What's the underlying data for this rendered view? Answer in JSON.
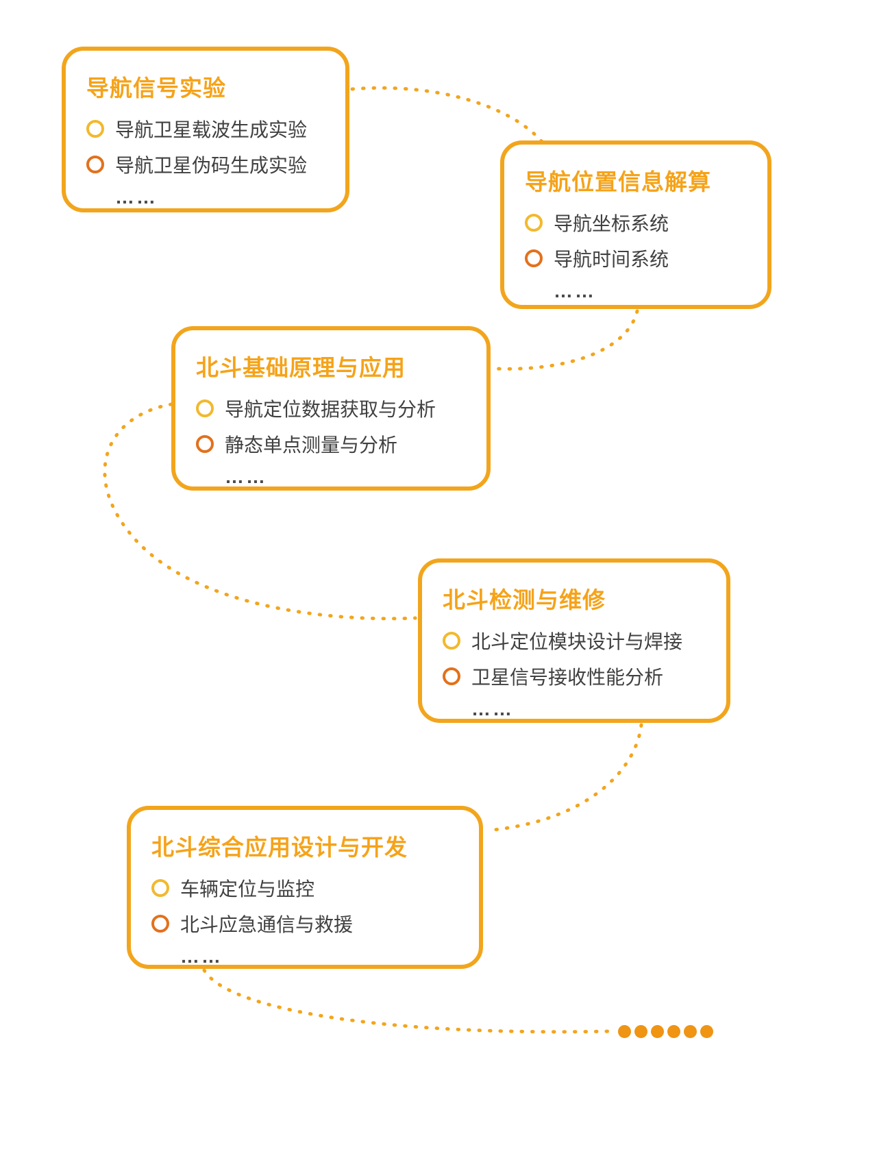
{
  "colors": {
    "box_border": "#F2A51C",
    "title_text": "#F5A31A",
    "bullet_ring_yellow": "#F2B92E",
    "bullet_ring_orange": "#E2711D",
    "item_text": "#404040",
    "connector_dotted": "#F2A51C",
    "trailing_dots": "#EF9413",
    "background": "#FFFFFF"
  },
  "boxes": [
    {
      "title": "导航信号实验",
      "items": [
        "导航卫星载波生成实验",
        "导航卫星伪码生成实验"
      ],
      "ellipsis": "……"
    },
    {
      "title": "导航位置信息解算",
      "items": [
        "导航坐标系统",
        "导航时间系统"
      ],
      "ellipsis": "……"
    },
    {
      "title": "北斗基础原理与应用",
      "items": [
        "导航定位数据获取与分析",
        "静态单点测量与分析"
      ],
      "ellipsis": "……"
    },
    {
      "title": "北斗检测与维修",
      "items": [
        "北斗定位模块设计与焊接",
        "卫星信号接收性能分析"
      ],
      "ellipsis": "……"
    },
    {
      "title": "北斗综合应用设计与开发",
      "items": [
        "车辆定位与监控",
        "北斗应急通信与救援"
      ],
      "ellipsis": "……"
    }
  ],
  "trailing_dots_count": 6
}
